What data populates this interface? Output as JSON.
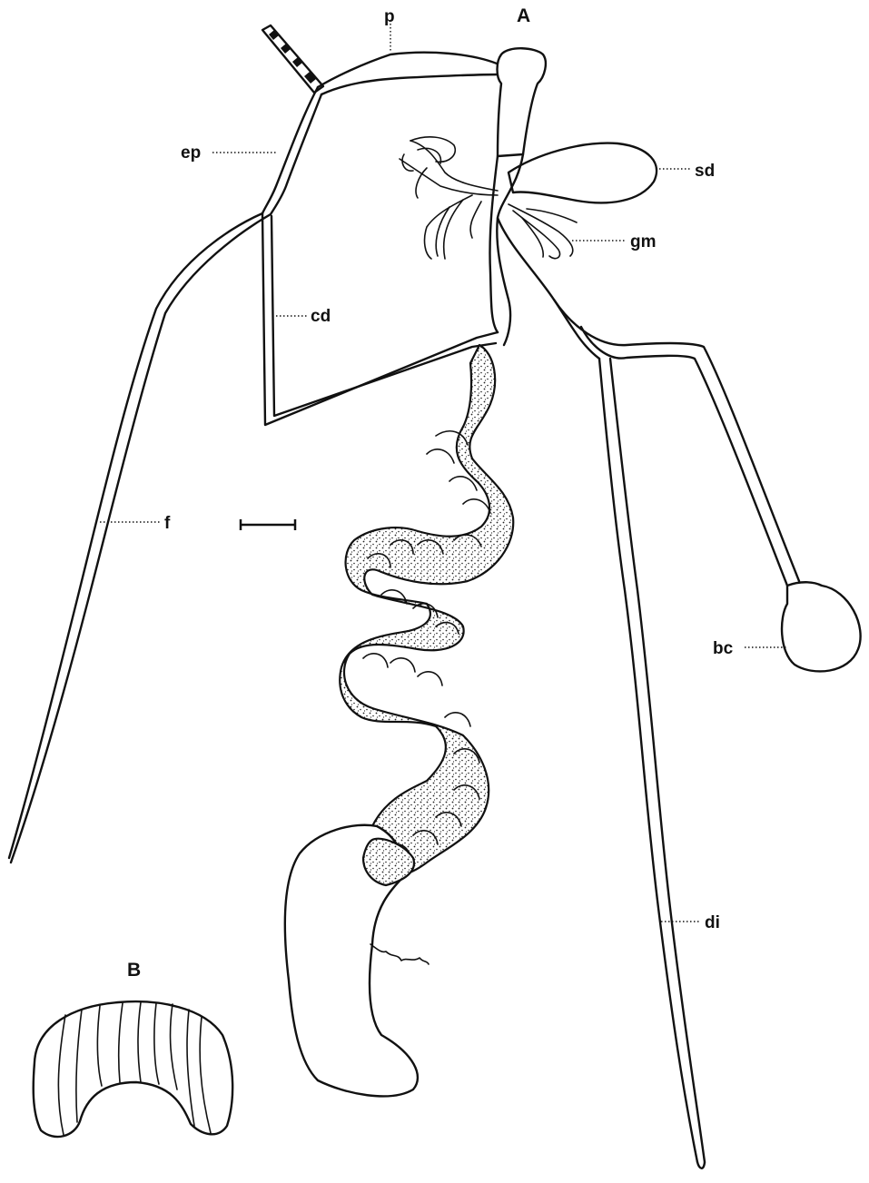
{
  "figure": {
    "panel_a": "A",
    "panel_b": "B",
    "labels": {
      "p": "p",
      "ep": "ep",
      "sd": "sd",
      "gm": "gm",
      "cd": "cd",
      "f": "f",
      "bc": "bc",
      "di": "di"
    }
  },
  "colors": {
    "ink": "#111111",
    "paper": "#ffffff"
  }
}
